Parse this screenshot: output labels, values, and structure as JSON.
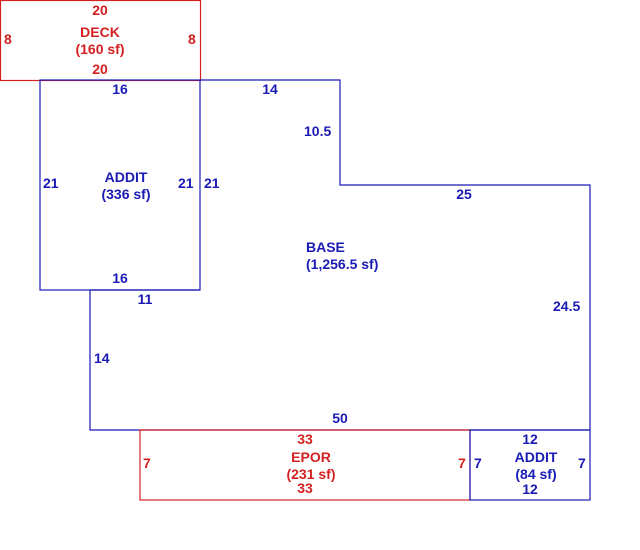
{
  "colors": {
    "base": "#1a1ab4",
    "exterior": "#d42020"
  },
  "areas": {
    "deck": {
      "name": "DECK",
      "area": "(160 sf)",
      "top": "20",
      "bottom": "20",
      "left": "8",
      "right": "8"
    },
    "addit_upper": {
      "name": "ADDIT",
      "area": "(336 sf)",
      "top": "16",
      "bottom": "16",
      "left": "21",
      "right": "21"
    },
    "base": {
      "name": "BASE",
      "area": "(1,256.5 sf)",
      "top_left": "14",
      "step_height": "10.5",
      "step_width": "25",
      "left_side": "21",
      "right_side": "24.5",
      "lower_top": "11",
      "lower_left": "14",
      "bottom": "50"
    },
    "epor": {
      "name": "EPOR",
      "area": "(231 sf)",
      "top": "33",
      "bottom": "33",
      "left": "7",
      "right": "7"
    },
    "addit_lower": {
      "name": "ADDIT",
      "area": "(84 sf)",
      "top": "12",
      "bottom": "12",
      "left": "7",
      "right": "7"
    }
  }
}
